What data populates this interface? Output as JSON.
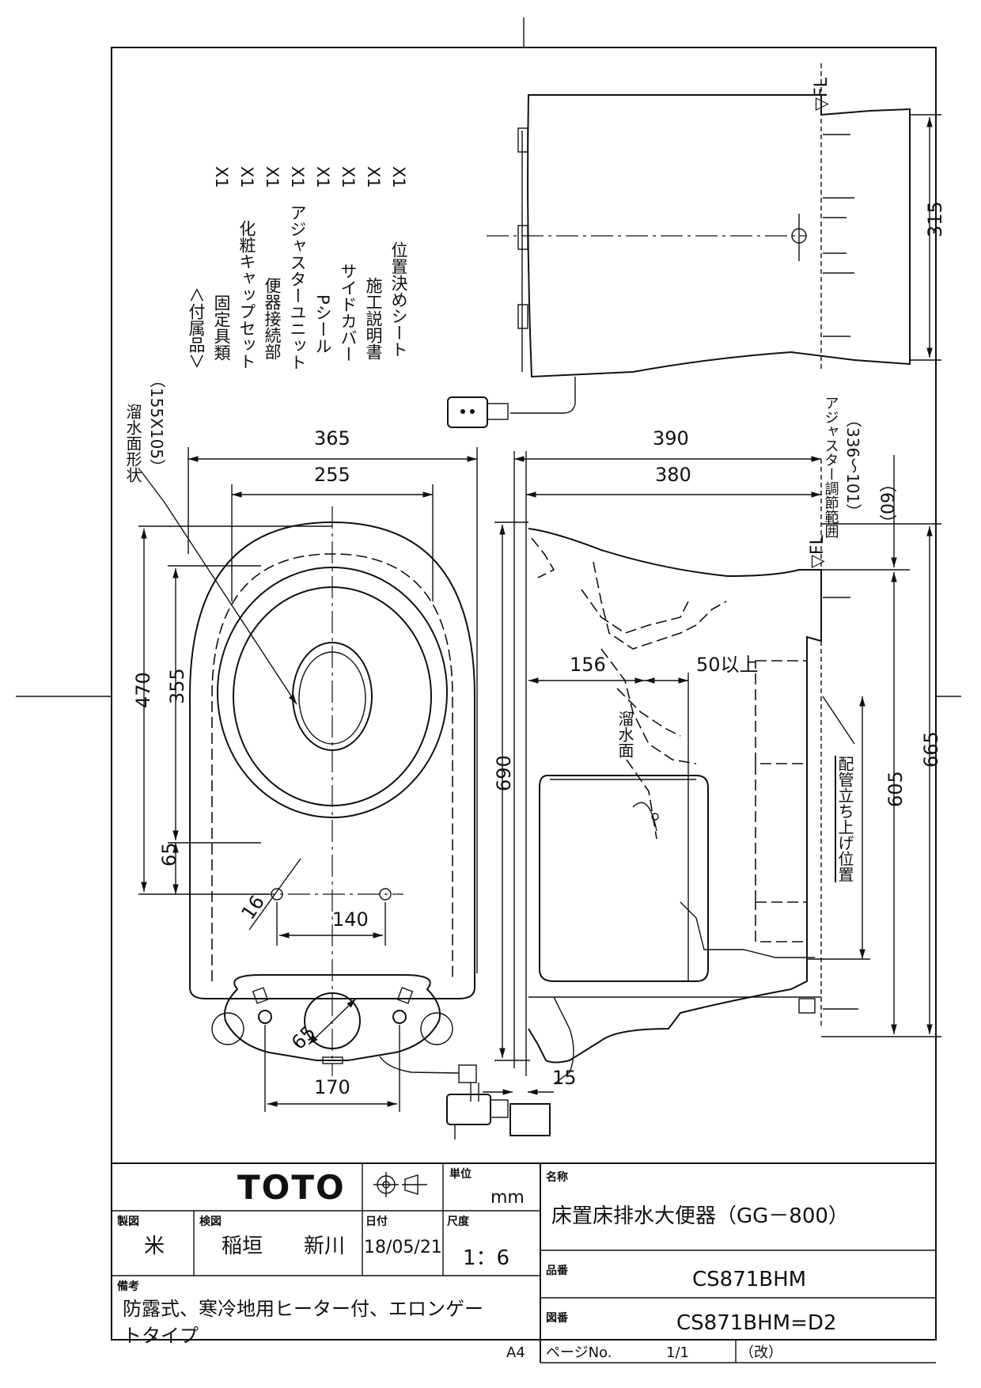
{
  "accessories": {
    "heading": "＜付属品＞",
    "items": [
      {
        "name": "固定具類",
        "qty": "X1"
      },
      {
        "name": "化粧キャップセット",
        "qty": "X1"
      },
      {
        "name": "便器接続部",
        "qty": "X1"
      },
      {
        "name": "アジャスターユニット",
        "qty": "X1"
      },
      {
        "name": "Pシール",
        "qty": "X1"
      },
      {
        "name": "サイドカバー",
        "qty": "X1"
      },
      {
        "name": "施工説明書",
        "qty": "X1"
      },
      {
        "name": "位置決めシート",
        "qty": "X1"
      }
    ]
  },
  "plan_view": {
    "water_surface_label": "溜水面形状",
    "water_surface_size": "（155X105）",
    "dims": {
      "width_365": "365",
      "width_255": "255",
      "depth_470": "470",
      "depth_355": "355",
      "dim_65": "65",
      "hole_16": "16",
      "hole_spacing_140": "140",
      "drain_65": "65",
      "bottom_170": "170"
    }
  },
  "side_view": {
    "fl_top": "▽FL",
    "fl_mid": "▽FL",
    "dims": {
      "d315": "315",
      "d390": "390",
      "d380": "380",
      "d156": "156",
      "d50": "50以上",
      "d690": "690",
      "d605": "605",
      "d665": "665",
      "d15": "15",
      "d60": "（60）"
    },
    "adjuster_label": "アジャスター調節範囲",
    "adjuster_range": "（336～101）",
    "water_surface": "溜水面",
    "pipe_position": "配管立ち上げ位置"
  },
  "title_block": {
    "brand": "TOTO",
    "unit_label": "単位",
    "unit_value": "mm",
    "name_label": "名称",
    "name_value": "床置床排水大便器（GG－800）",
    "drawn_label": "製図",
    "drawn_value": "米",
    "checked_label": "検図",
    "checked_value": "稲垣　　新川",
    "date_label": "日付",
    "date_value": "18/05/21",
    "scale_label": "尺度",
    "scale_value": "1：6",
    "part_label": "品番",
    "part_value": "CS871BHM",
    "drawing_label": "図番",
    "drawing_value": "CS871BHM=D2",
    "notes_label": "備考",
    "notes_line1": "防露式、寒冷地用ヒーター付、エロンゲー",
    "notes_line2": "トタイプ",
    "paper_size": "A4",
    "page_label": "ページNo.",
    "page_value": "1/1",
    "revision": "（改）"
  }
}
